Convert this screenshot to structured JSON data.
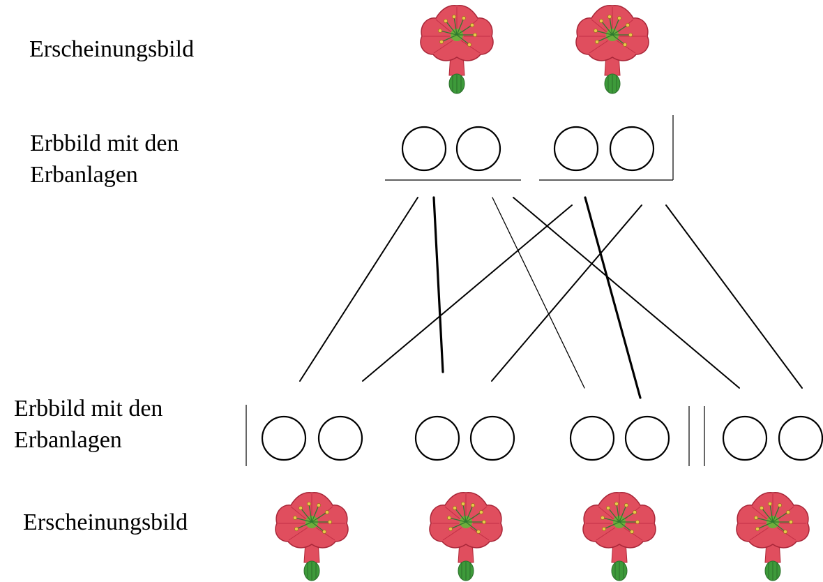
{
  "labels": {
    "top_phenotype": "Erscheinungsbild",
    "top_genotype_line1": "Erbbild mit den",
    "top_genotype_line2": "Erbanlagen",
    "bottom_genotype_line1": "Erbbild mit den",
    "bottom_genotype_line2": "Erbanlagen",
    "bottom_phenotype": "Erscheinungsbild"
  },
  "parents": {
    "flower_count": 2,
    "allele_pairs": 2
  },
  "offspring": {
    "flower_count": 4,
    "allele_pairs": 4
  },
  "colors": {
    "petal": "#e04e5e",
    "petal_shade": "#c22f45",
    "stamen": "#e8c84a",
    "green": "#3d9a3a",
    "green_dark": "#2a6e2a",
    "ink": "#000000"
  }
}
